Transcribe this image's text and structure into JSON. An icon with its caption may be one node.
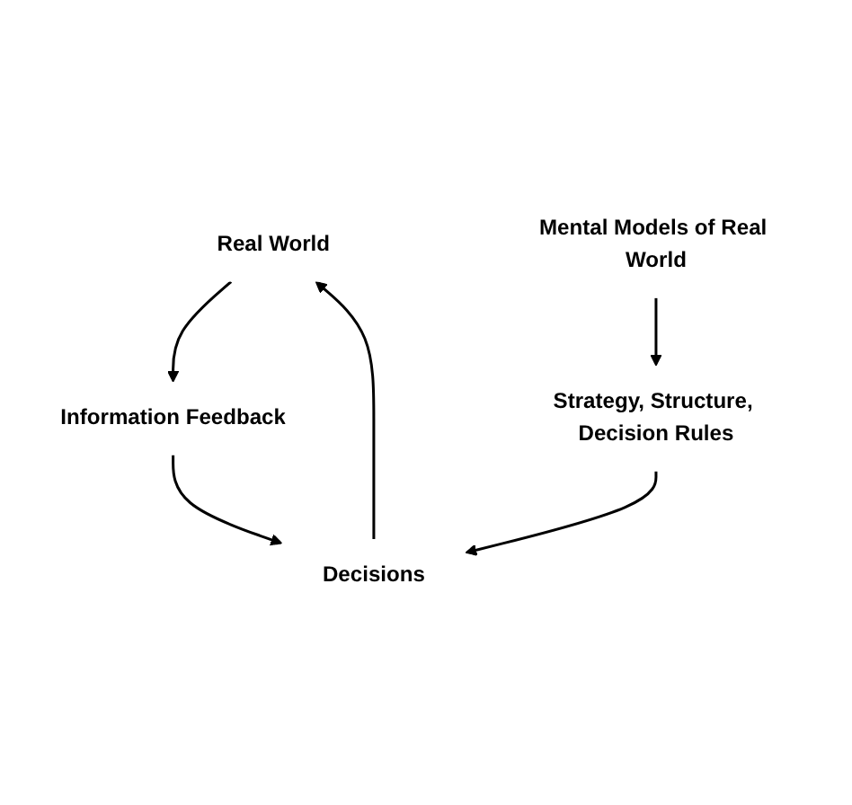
{
  "diagram": {
    "nodes": [
      {
        "text": [
          "Real World"
        ]
      },
      {
        "text": [
          "Decisions"
        ]
      },
      {
        "text": [
          "Information Feedback"
        ]
      },
      {
        "text": [
          "Strategy, Structure, Decision Rules"
        ]
      },
      {
        "text": [
          "Mental Models of Real World"
        ]
      }
    ],
    "edges": [
      {
        "from": 1,
        "to": 0,
        "arrow": "to"
      },
      {
        "from": 0,
        "to": 2,
        "arrow": "to"
      },
      {
        "from": 2,
        "to": 1,
        "arrow": "to"
      },
      {
        "from": 4,
        "to": 3,
        "arrow": "to"
      },
      {
        "from": 3,
        "to": 1,
        "arrow": "to"
      }
    ]
  }
}
